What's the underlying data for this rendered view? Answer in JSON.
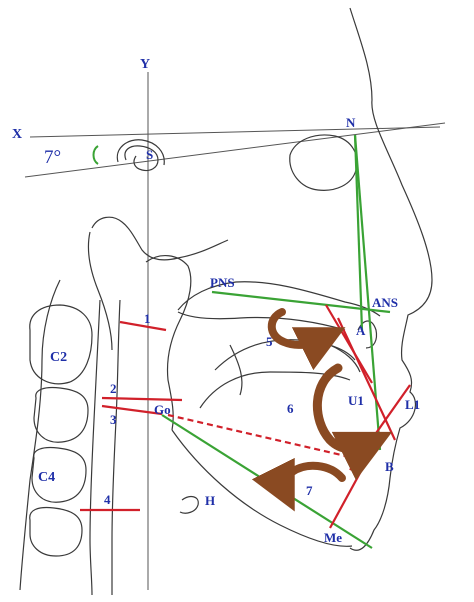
{
  "axes": {
    "x_label": "X",
    "y_label": "Y"
  },
  "angle": {
    "value": "7°"
  },
  "landmarks": {
    "N": "N",
    "S": "S",
    "PNS": "PNS",
    "ANS": "ANS",
    "A": "A",
    "U1": "U1",
    "L1": "L1",
    "B": "B",
    "Go": "Go",
    "Me": "Me",
    "H": "H"
  },
  "vertebrae": {
    "c2": "C2",
    "c4": "C4"
  },
  "measurements": [
    "1",
    "2",
    "3",
    "4",
    "5",
    "6",
    "7"
  ],
  "colors": {
    "outline": "#3a3a3a",
    "green_lines": "#3aa335",
    "red_lines": "#d1202a",
    "arrows": "#8a4a22",
    "labels": "#1f2fa8"
  }
}
